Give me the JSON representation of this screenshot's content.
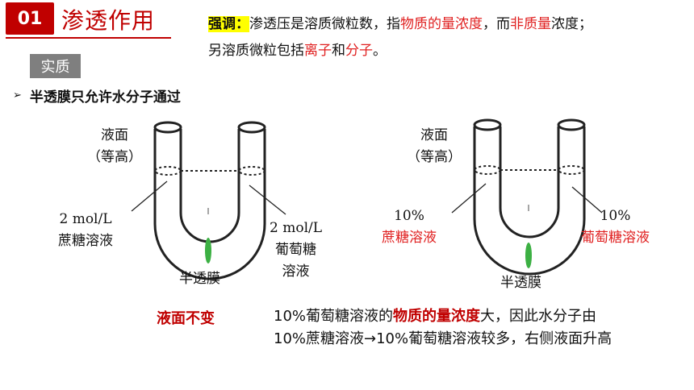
{
  "header": {
    "badge": "01",
    "title": "渗透作用"
  },
  "note": {
    "label": "强调：",
    "t1": "渗透压是溶质微粒数，指",
    "t2": "物质的量浓度",
    "t3": "，而",
    "t4": "非质量",
    "t5": "浓度；",
    "t6": "另溶质微粒包括",
    "t7": "离子",
    "t8": "和",
    "t9": "分子",
    "t10": "。"
  },
  "tag": "实质",
  "bullet": {
    "arrow": "➢",
    "text": "半透膜只允许水分子通过"
  },
  "left": {
    "level": "液面",
    "level_sub": "（等高）",
    "sol_left_1": "2 mol/L",
    "sol_left_2": "蔗糖溶液",
    "sol_right_1": "2 mol/L",
    "sol_right_2": "葡萄糖",
    "sol_right_3": "溶液",
    "membrane": "半透膜"
  },
  "right": {
    "level": "液面",
    "level_sub": "（等高）",
    "sol_left_1": "10%",
    "sol_left_2": "蔗糖溶液",
    "sol_right_1": "10%",
    "sol_right_2": "葡萄糖溶液",
    "membrane": "半透膜"
  },
  "caption": "液面不变",
  "explain": {
    "a": "10%葡萄糖溶液的",
    "b": "物质的量浓度",
    "c": "大，因此水分子由",
    "d": "10%蔗糖溶液→10%葡萄糖溶液较多，右侧液面升高"
  },
  "colors": {
    "accent": "#c00000",
    "highlight": "#ffff00",
    "membrane": "#3cb043"
  }
}
